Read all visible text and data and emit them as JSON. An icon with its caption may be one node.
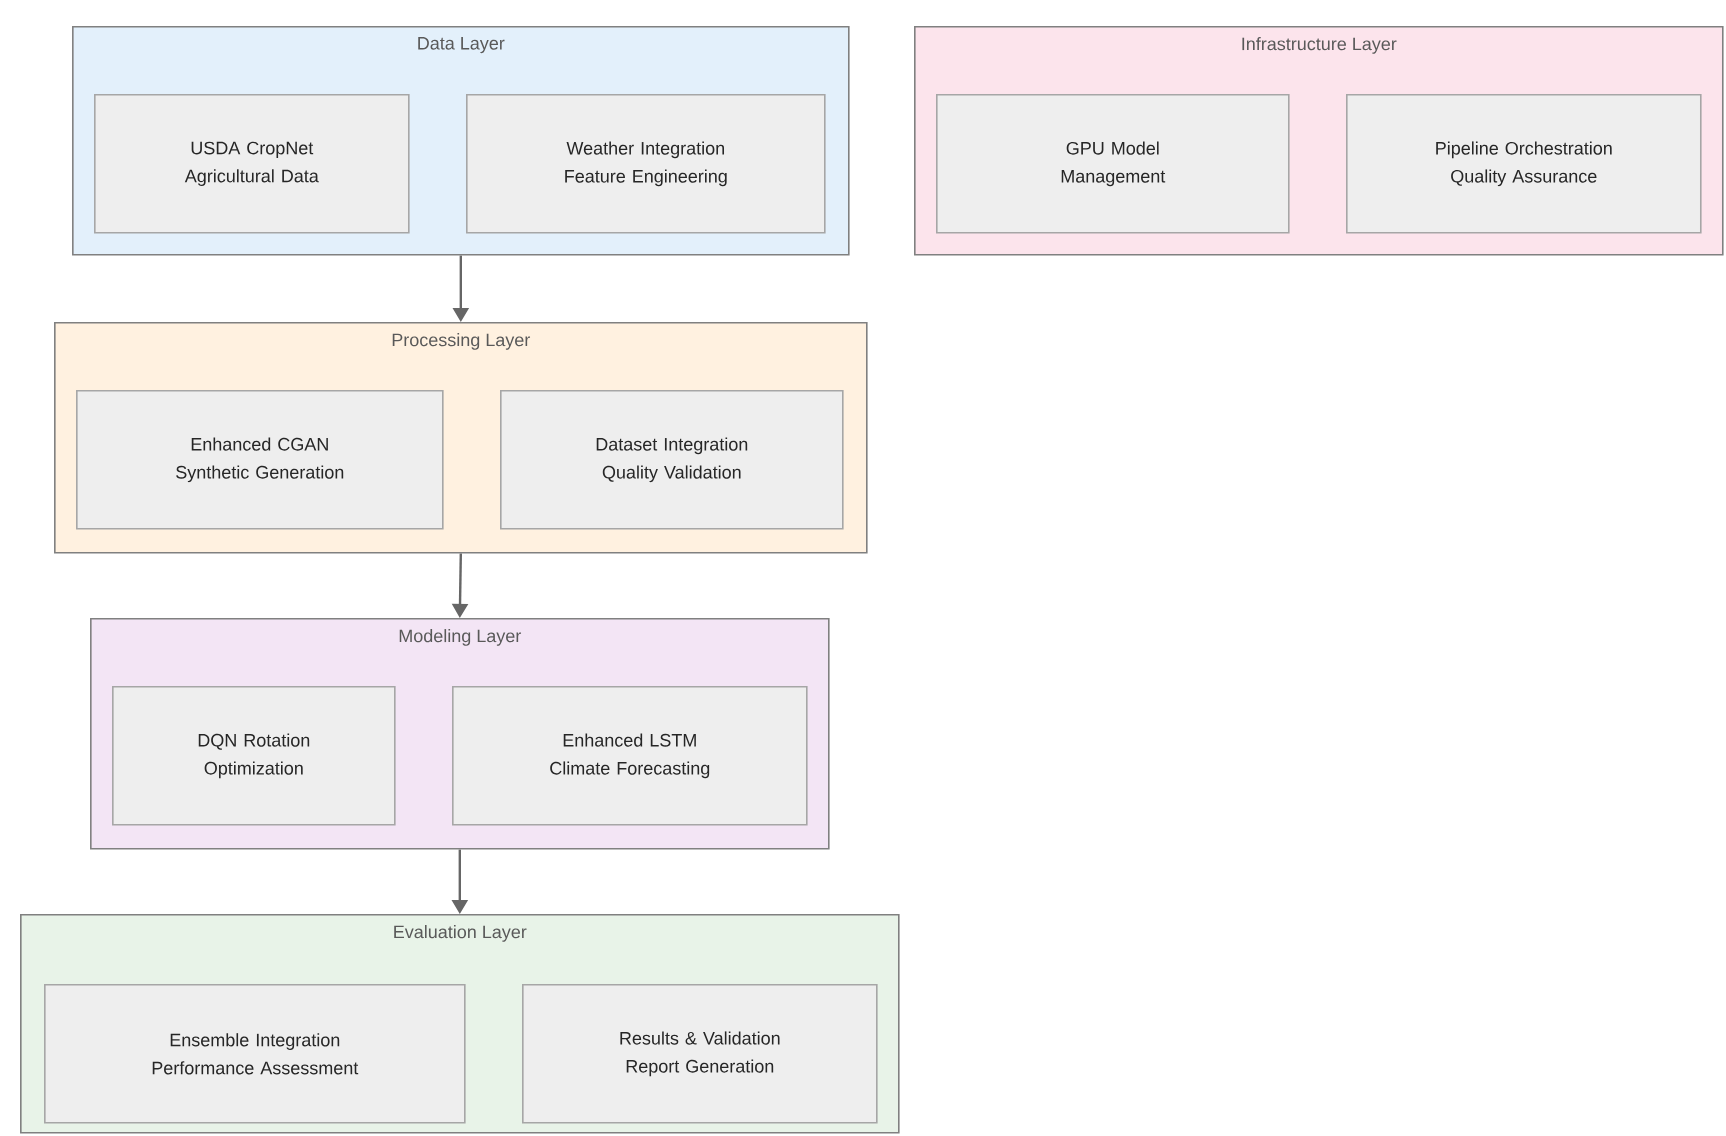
{
  "diagram": {
    "nodes": [
      {
        "text": [
          "Data Layer"
        ]
      },
      {
        "text": [
          "USDA CropNet Agricultural Data"
        ],
        "in": 0
      },
      {
        "text": [
          "Weather Integration Feature Engineering"
        ],
        "in": 0
      },
      {
        "text": [
          "Infrastructure Layer"
        ]
      },
      {
        "text": [
          "GPU Model Management"
        ],
        "in": 3
      },
      {
        "text": [
          "Pipeline Orchestration Quality Assurance"
        ],
        "in": 3
      },
      {
        "text": [
          "Processing Layer"
        ]
      },
      {
        "text": [
          "Enhanced CGAN Synthetic Generation"
        ],
        "in": 6
      },
      {
        "text": [
          "Dataset Integration Quality Validation"
        ],
        "in": 6
      },
      {
        "text": [
          "Modeling Layer"
        ]
      },
      {
        "text": [
          "DQN Rotation Optimization"
        ],
        "in": 9
      },
      {
        "text": [
          "Enhanced LSTM Climate Forecasting"
        ],
        "in": 9
      },
      {
        "text": [
          "Evaluation Layer"
        ]
      },
      {
        "text": [
          "Ensemble Integration Performance Assessment"
        ],
        "in": 12
      },
      {
        "text": [
          "Results & Validation Report Generation"
        ],
        "in": 12
      }
    ],
    "edges": [
      {
        "from": 0,
        "to": 6,
        "arrow": "to"
      },
      {
        "from": 6,
        "to": 9,
        "arrow": "to"
      },
      {
        "from": 9,
        "to": 12,
        "arrow": "to"
      }
    ]
  }
}
